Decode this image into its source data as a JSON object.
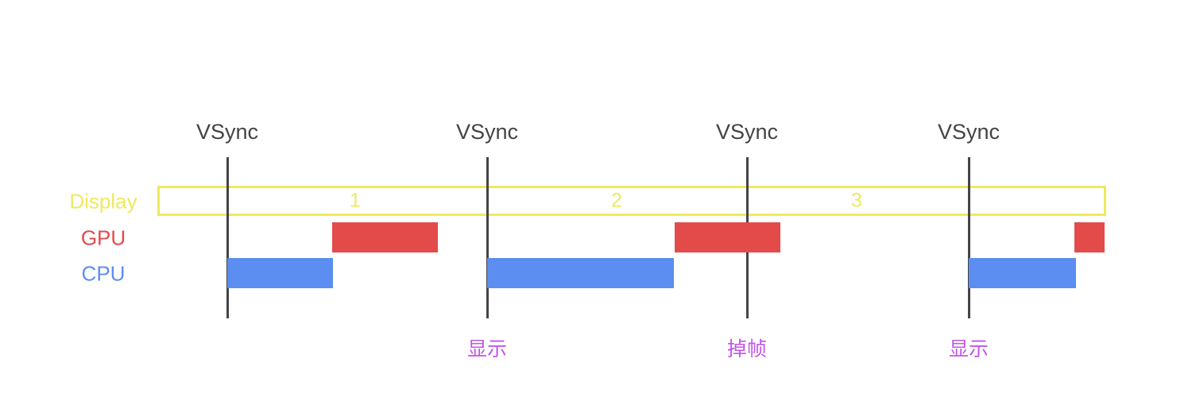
{
  "colors": {
    "display": "#eeea5c",
    "gpu": "#e34b4b",
    "cpu": "#5b8ef0",
    "vsync": "#444444",
    "annotation": "#c455e8"
  },
  "vsync_label": "VSync",
  "rows": {
    "display": "Display",
    "gpu": "GPU",
    "cpu": "CPU"
  },
  "display_frames": [
    "1",
    "2",
    "3"
  ],
  "annotations": [
    "显示",
    "掉帧",
    "显示"
  ]
}
